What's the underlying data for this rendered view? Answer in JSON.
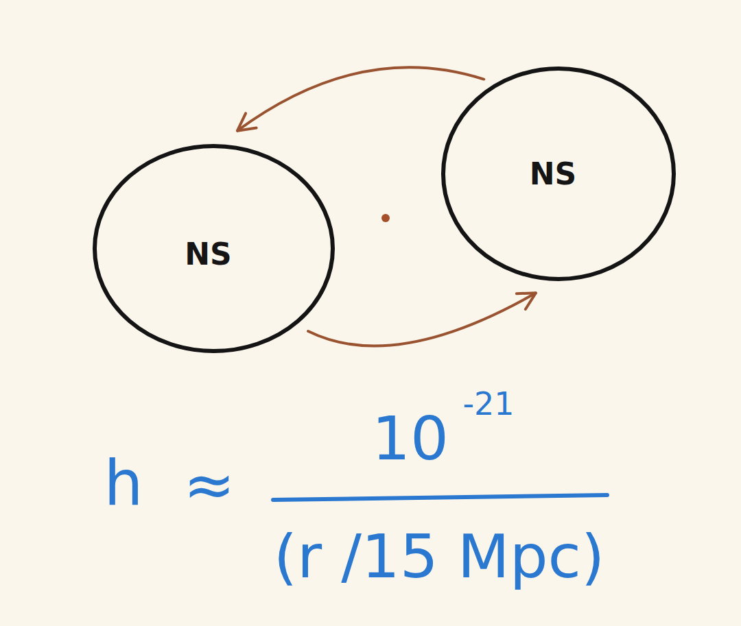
{
  "diagram": {
    "nodes": [
      {
        "text": [
          "NS"
        ]
      },
      {
        "text": [
          "NS"
        ]
      }
    ],
    "edges": [
      {
        "from": 1,
        "to": 0,
        "arrow": "to"
      },
      {
        "from": 0,
        "to": 1,
        "arrow": "to"
      }
    ],
    "labels": [
      "h",
      "≈",
      "10",
      "-21",
      "(r /15 Mpc)"
    ]
  }
}
